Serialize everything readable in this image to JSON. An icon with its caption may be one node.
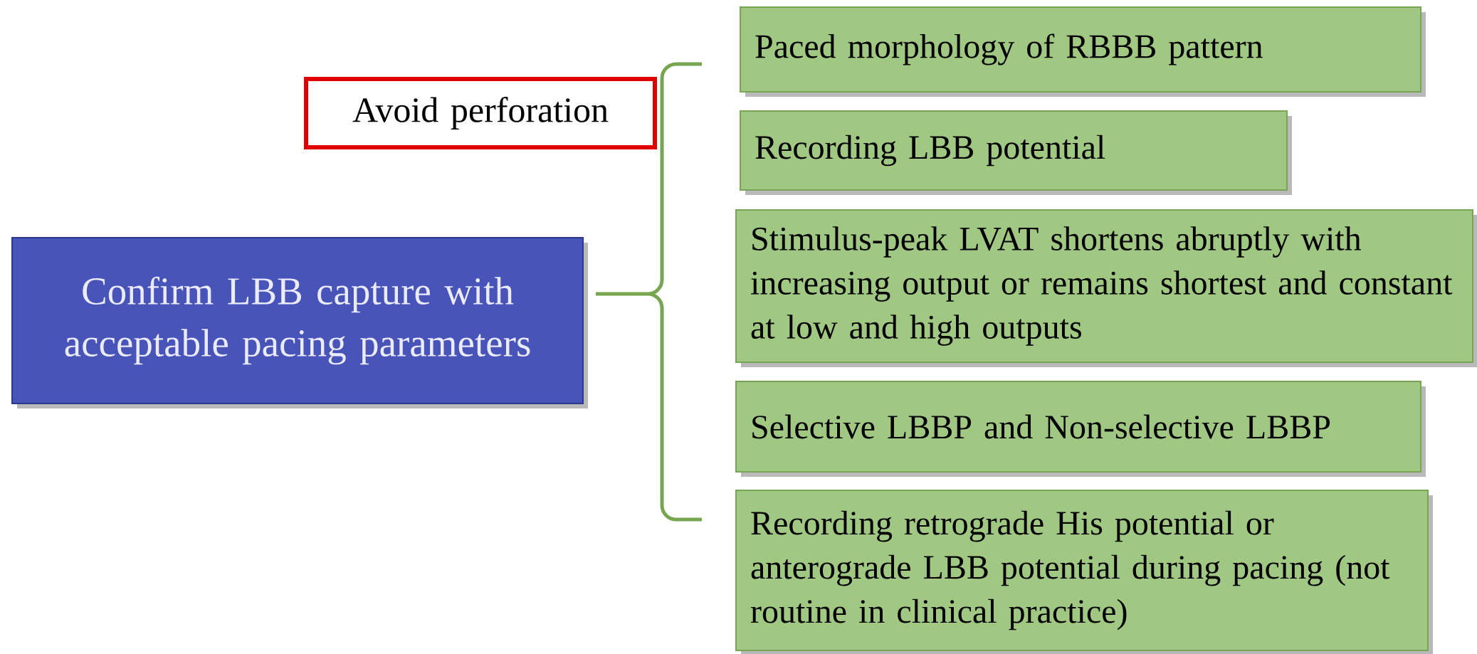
{
  "diagram": {
    "nodes": [
      {
        "text": [
          "Avoid perforation"
        ]
      },
      {
        "text": [
          "Confirm LBB capture with acceptable pacing parameters"
        ]
      },
      {
        "text": [
          "Paced morphology of RBBB pattern"
        ]
      },
      {
        "text": [
          "Recording LBB potential"
        ]
      },
      {
        "text": [
          "Stimulus-peak LVAT shortens abruptly with increasing output or remains shortest and constant at low and high outputs"
        ]
      },
      {
        "text": [
          "Selective LBBP and Non-selective LBBP"
        ]
      },
      {
        "text": [
          "Recording retrograde His potential or anterograde LBB potential during pacing (not routine in clinical practice)"
        ]
      }
    ]
  }
}
